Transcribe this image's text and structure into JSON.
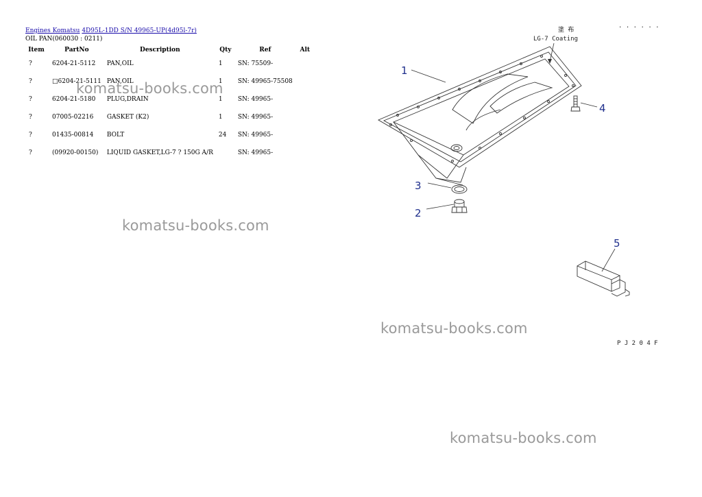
{
  "breadcrumb": {
    "link1": "Engines Komatsu",
    "link2": "4D95L-1DD S/N 49965-UP(4d95l-7r)"
  },
  "subtitle": "OIL PAN(060030 : 0211)",
  "table": {
    "headers": [
      "Item",
      "PartNo",
      "Description",
      "Qty",
      "Ref",
      "Alt"
    ],
    "rows": [
      {
        "item": "?",
        "partno": "6204-21-5112",
        "description": "PAN,OIL",
        "qty": "1",
        "ref": "SN: 75509-",
        "alt": ""
      },
      {
        "item": "?",
        "partno": "□6204-21-5111",
        "description": "PAN,OIL",
        "qty": "1",
        "ref": "SN: 49965-75508",
        "alt": ""
      },
      {
        "item": "?",
        "partno": "6204-21-5180",
        "description": "PLUG,DRAIN",
        "qty": "1",
        "ref": "SN: 49965-",
        "alt": ""
      },
      {
        "item": "?",
        "partno": "07005-02216",
        "description": "GASKET (K2)",
        "qty": "1",
        "ref": "SN: 49965-",
        "alt": ""
      },
      {
        "item": "?",
        "partno": "01435-00814",
        "description": "BOLT",
        "qty": "24",
        "ref": "SN: 49965-",
        "alt": ""
      },
      {
        "item": "?",
        "partno": "(09920-00150)",
        "description": "LIQUID GASKET,LG-7 ? 150G A/R",
        "qty": "",
        "ref": "SN: 49965-",
        "alt": ""
      }
    ]
  },
  "watermark": "komatsu-books.com",
  "diagram": {
    "callouts": [
      "1",
      "2",
      "3",
      "4",
      "5"
    ],
    "coating_label": "LG-7 Coating",
    "coating_mark": "塗 布",
    "figure_code": "P J 2 0 4 F 1",
    "corner_mark": ". . . . . . ."
  }
}
